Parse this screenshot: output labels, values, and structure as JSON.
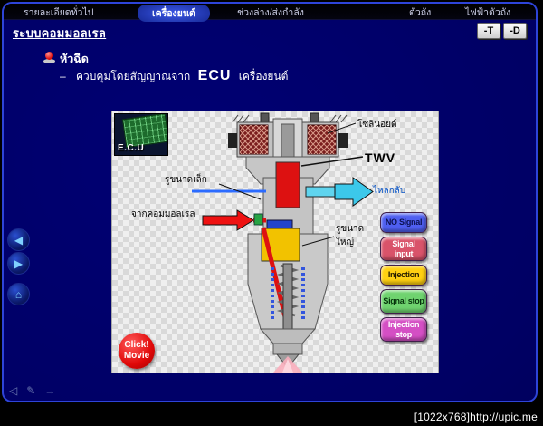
{
  "window": {
    "watermark": "[1022x768]http://upic.me"
  },
  "nav": {
    "active_index": 1,
    "items": [
      {
        "label": "รายละเอียดทั่วไป"
      },
      {
        "label": "เครื่องยนต์"
      },
      {
        "label": "ช่วงล่าง/ส่งกำลัง"
      },
      {
        "label": "ตัวถัง"
      },
      {
        "label": "ไฟฟ้าตัวถัง"
      }
    ]
  },
  "header": {
    "title": "ระบบคอมมอลเรล",
    "mode_buttons": [
      {
        "label": "-T"
      },
      {
        "label": "-D"
      }
    ]
  },
  "content": {
    "bullet_label": "หัวฉีด",
    "dash": "–",
    "desc_before": "ควบคุมโดยสัญญาณจาก",
    "desc_ecu": "ECU",
    "desc_after": "เครื่องยนต์"
  },
  "diagram": {
    "ecu_chip_label": "E.C.U",
    "labels": {
      "solenoid": "โซลินอยด์",
      "twv": "TWV",
      "small_hole": "รูขนาดเล็ก",
      "from_common_rail": "จากคอมมอลเรล",
      "return_flow": "ไหลกลับ",
      "large_hole_line1": "รูขนาด",
      "large_hole_line2": "ใหญ่"
    },
    "status_buttons": [
      {
        "label": "NO Signal",
        "bg": "#4f5ff0",
        "fg": "#0b1050"
      },
      {
        "label": "Signal input",
        "bg": "#d9536a",
        "fg": "#ffffff"
      },
      {
        "label": "Injection",
        "bg": "#ffd012",
        "fg": "#221a00"
      },
      {
        "label": "Signal stop",
        "bg": "#6fd36f",
        "fg": "#06330c"
      },
      {
        "label": "Injection stop",
        "bg": "#d44fc4",
        "fg": "#ffffff"
      }
    ],
    "movie_button": {
      "line1": "Click!",
      "line2": "Movie"
    }
  },
  "sidebar": {
    "buttons": [
      {
        "icon": "nav-back"
      },
      {
        "icon": "nav-forward"
      },
      {
        "icon": "home"
      }
    ]
  },
  "toolbar_bottom": {
    "tools": [
      {
        "icon": "cursor"
      },
      {
        "icon": "pencil"
      },
      {
        "icon": "arrow-right"
      }
    ]
  }
}
